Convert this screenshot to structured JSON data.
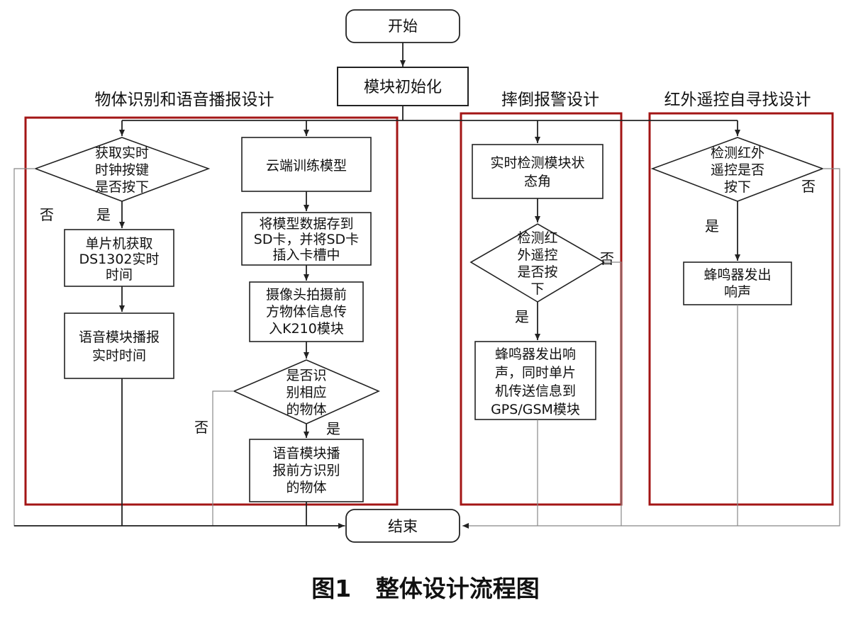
{
  "terminals": {
    "start": "开始",
    "end": "结束"
  },
  "init": "模块初始化",
  "sections": {
    "object": "物体识别和语音播报设计",
    "fall": "摔倒报警设计",
    "ir": "红外遥控自寻找设计"
  },
  "object_section": {
    "clock_decision": [
      "获取实时",
      "时钟按键",
      "是否按下"
    ],
    "mcu_time": [
      "单片机获取",
      "DS1302实时",
      "时间"
    ],
    "voice_time": [
      "语音模块播报",
      "实时时间"
    ],
    "cloud_train": "云端训练模型",
    "sd_store": [
      "将模型数据存到",
      "SD卡，并将SD卡",
      "插入卡槽中"
    ],
    "camera": [
      "摄像头拍摄前",
      "方物体信息传",
      "入K210模块"
    ],
    "recognize_decision": [
      "是否识",
      "别相应",
      "的物体"
    ],
    "voice_object": [
      "语音模块播",
      "报前方识别",
      "的物体"
    ]
  },
  "fall_section": {
    "detect_angle": [
      "实时检测模块状",
      "态角"
    ],
    "ir_decision": [
      "检测红",
      "外遥控",
      "是否按",
      "下"
    ],
    "buzzer_gps": [
      "蜂鸣器发出响",
      "声，同时单片",
      "机传送信息到",
      "GPS/GSM模块"
    ]
  },
  "ir_section": {
    "ir_decision": [
      "检测红外",
      "遥控是否",
      "按下"
    ],
    "buzzer": [
      "蜂鸣器发出",
      "响声"
    ]
  },
  "labels": {
    "yes": "是",
    "no": "否"
  },
  "caption": "图1   整体设计流程图"
}
